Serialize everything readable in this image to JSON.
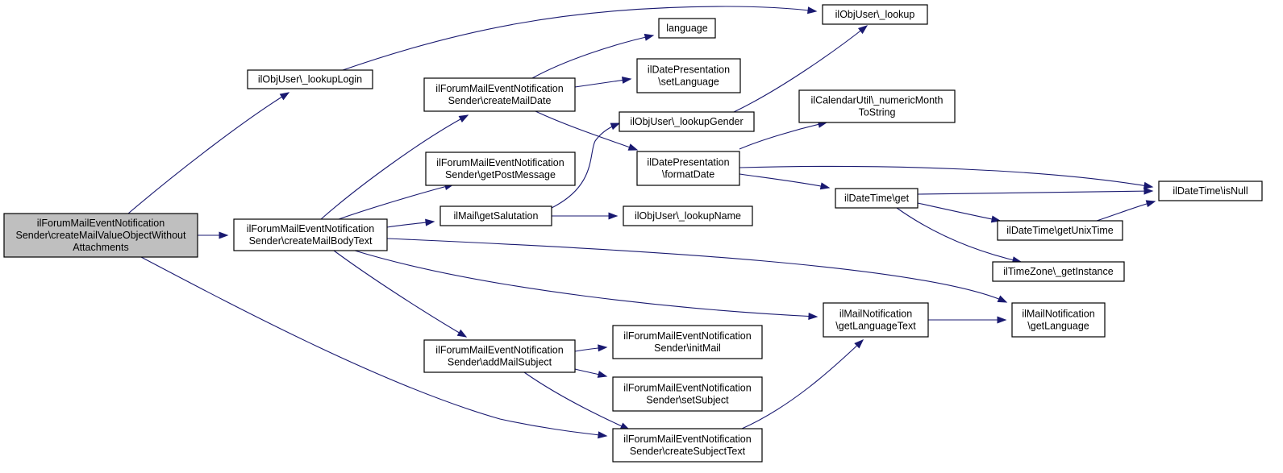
{
  "diagram": {
    "nodes": [
      {
        "id": "root",
        "lines": [
          "ilForumMailEventNotification",
          "Sender\\createMailValueObjectWithout",
          "Attachments"
        ],
        "fill": "#bfbfbf"
      },
      {
        "id": "lookupLogin",
        "lines": [
          "ilObjUser\\_lookupLogin"
        ],
        "fill": "#ffffff"
      },
      {
        "id": "lookup",
        "lines": [
          "ilObjUser\\_lookup"
        ],
        "fill": "#ffffff"
      },
      {
        "id": "createMailBodyText",
        "lines": [
          "ilForumMailEventNotification",
          "Sender\\createMailBodyText"
        ],
        "fill": "#ffffff"
      },
      {
        "id": "createMailDate",
        "lines": [
          "ilForumMailEventNotification",
          "Sender\\createMailDate"
        ],
        "fill": "#ffffff"
      },
      {
        "id": "language",
        "lines": [
          "language"
        ],
        "fill": "#ffffff"
      },
      {
        "id": "setLanguage",
        "lines": [
          "ilDatePresentation",
          "\\setLanguage"
        ],
        "fill": "#ffffff"
      },
      {
        "id": "getPostMessage",
        "lines": [
          "ilForumMailEventNotification",
          "Sender\\getPostMessage"
        ],
        "fill": "#ffffff"
      },
      {
        "id": "getSalutation",
        "lines": [
          "ilMail\\getSalutation"
        ],
        "fill": "#ffffff"
      },
      {
        "id": "lookupGender",
        "lines": [
          "ilObjUser\\_lookupGender"
        ],
        "fill": "#ffffff"
      },
      {
        "id": "formatDate",
        "lines": [
          "ilDatePresentation",
          "\\formatDate"
        ],
        "fill": "#ffffff"
      },
      {
        "id": "numericMonth",
        "lines": [
          "ilCalendarUtil\\_numericMonth",
          "ToString"
        ],
        "fill": "#ffffff"
      },
      {
        "id": "lookupName",
        "lines": [
          "ilObjUser\\_lookupName"
        ],
        "fill": "#ffffff"
      },
      {
        "id": "dtGet",
        "lines": [
          "ilDateTime\\get"
        ],
        "fill": "#ffffff"
      },
      {
        "id": "isNull",
        "lines": [
          "ilDateTime\\isNull"
        ],
        "fill": "#ffffff"
      },
      {
        "id": "getUnixTime",
        "lines": [
          "ilDateTime\\getUnixTime"
        ],
        "fill": "#ffffff"
      },
      {
        "id": "getInstance",
        "lines": [
          "ilTimeZone\\_getInstance"
        ],
        "fill": "#ffffff"
      },
      {
        "id": "getLanguageText",
        "lines": [
          "ilMailNotification",
          "\\getLanguageText"
        ],
        "fill": "#ffffff"
      },
      {
        "id": "getLanguage",
        "lines": [
          "ilMailNotification",
          "\\getLanguage"
        ],
        "fill": "#ffffff"
      },
      {
        "id": "addMailSubject",
        "lines": [
          "ilForumMailEventNotification",
          "Sender\\addMailSubject"
        ],
        "fill": "#ffffff"
      },
      {
        "id": "initMail",
        "lines": [
          "ilForumMailEventNotification",
          "Sender\\initMail"
        ],
        "fill": "#ffffff"
      },
      {
        "id": "setSubject",
        "lines": [
          "ilForumMailEventNotification",
          "Sender\\setSubject"
        ],
        "fill": "#ffffff"
      },
      {
        "id": "createSubjectText",
        "lines": [
          "ilForumMailEventNotification",
          "Sender\\createSubjectText"
        ],
        "fill": "#ffffff"
      }
    ],
    "edges": [
      {
        "from": "root",
        "to": "lookupLogin"
      },
      {
        "from": "root",
        "to": "createMailBodyText"
      },
      {
        "from": "root",
        "to": "createSubjectText"
      },
      {
        "from": "lookupLogin",
        "to": "lookup"
      },
      {
        "from": "createMailBodyText",
        "to": "createMailDate"
      },
      {
        "from": "createMailBodyText",
        "to": "getPostMessage"
      },
      {
        "from": "createMailBodyText",
        "to": "getSalutation"
      },
      {
        "from": "createMailBodyText",
        "to": "addMailSubject"
      },
      {
        "from": "createMailBodyText",
        "to": "getLanguageText"
      },
      {
        "from": "createMailBodyText",
        "to": "getLanguage"
      },
      {
        "from": "createMailDate",
        "to": "language"
      },
      {
        "from": "createMailDate",
        "to": "setLanguage"
      },
      {
        "from": "createMailDate",
        "to": "formatDate"
      },
      {
        "from": "getSalutation",
        "to": "lookupGender"
      },
      {
        "from": "getSalutation",
        "to": "lookupName"
      },
      {
        "from": "lookupGender",
        "to": "lookup"
      },
      {
        "from": "formatDate",
        "to": "numericMonth"
      },
      {
        "from": "formatDate",
        "to": "isNull"
      },
      {
        "from": "formatDate",
        "to": "dtGet"
      },
      {
        "from": "dtGet",
        "to": "isNull"
      },
      {
        "from": "dtGet",
        "to": "getUnixTime"
      },
      {
        "from": "dtGet",
        "to": "getInstance"
      },
      {
        "from": "getUnixTime",
        "to": "isNull"
      },
      {
        "from": "getLanguageText",
        "to": "getLanguage"
      },
      {
        "from": "addMailSubject",
        "to": "initMail"
      },
      {
        "from": "addMailSubject",
        "to": "setSubject"
      },
      {
        "from": "addMailSubject",
        "to": "createSubjectText"
      },
      {
        "from": "createSubjectText",
        "to": "getLanguageText"
      }
    ]
  }
}
